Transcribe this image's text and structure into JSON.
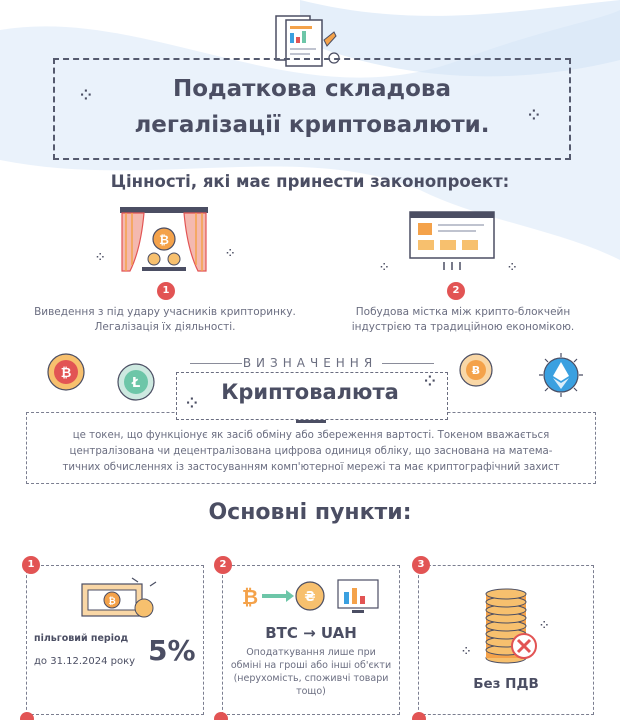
{
  "header": {
    "title_line1": "Податкова складова",
    "title_line2": "легалізації криптовалюти."
  },
  "values": {
    "heading": "Цінності, які має принести законопроект:",
    "items": [
      {
        "number": "1",
        "text_line1": "Виведення з під удару учасників крипторинку.",
        "text_line2": "Легалізація їх діяльності."
      },
      {
        "number": "2",
        "text_line1": "Побудова містка між крипто-блокчейн",
        "text_line2": "індустрією та традиційною економікою."
      }
    ]
  },
  "definition": {
    "caption": "ВИЗНАЧЕННЯ",
    "term": "Криптовалюта",
    "text_line1": "це токен, що функціонує як засіб обміну або збереження вартості. Токеном вважається",
    "text_line2": "централізована чи децентралізована цифрова одиниця обліку, що заснована на матема-",
    "text_line3": "тичних обчисленнях із застосуванням комп'ютерної мережі та має криптографічний захист"
  },
  "points": {
    "heading": "Основні пункти:",
    "cards": [
      {
        "number": "1",
        "label": "пільговий період",
        "date": "до 31.12.2024 року",
        "percent": "5%"
      },
      {
        "number": "2",
        "conversion": "BTC → UAH",
        "text_line1": "Оподаткування лише при",
        "text_line2": "обміні на гроші або інші об'єкти",
        "text_line3": "(нерухомість, споживчі товари",
        "text_line4": "тощо)"
      },
      {
        "number": "3",
        "label": "Без ПДВ"
      }
    ]
  },
  "colors": {
    "accent_red": "#e25454",
    "text_dark": "#4b4e63",
    "wave_blue": "#d9e8f7",
    "coin_orange": "#f4a24a",
    "coin_green": "#6dc6a8",
    "coin_blue": "#3aa0e0"
  },
  "icons": [
    "chart-document-icon",
    "theater-stage-icon",
    "web-page-icon",
    "bitcoin-coin-icon",
    "litecoin-coin-icon",
    "coin-icon",
    "ethereum-coin-icon",
    "banknote-icon",
    "exchange-icon",
    "coin-stack-icon"
  ]
}
